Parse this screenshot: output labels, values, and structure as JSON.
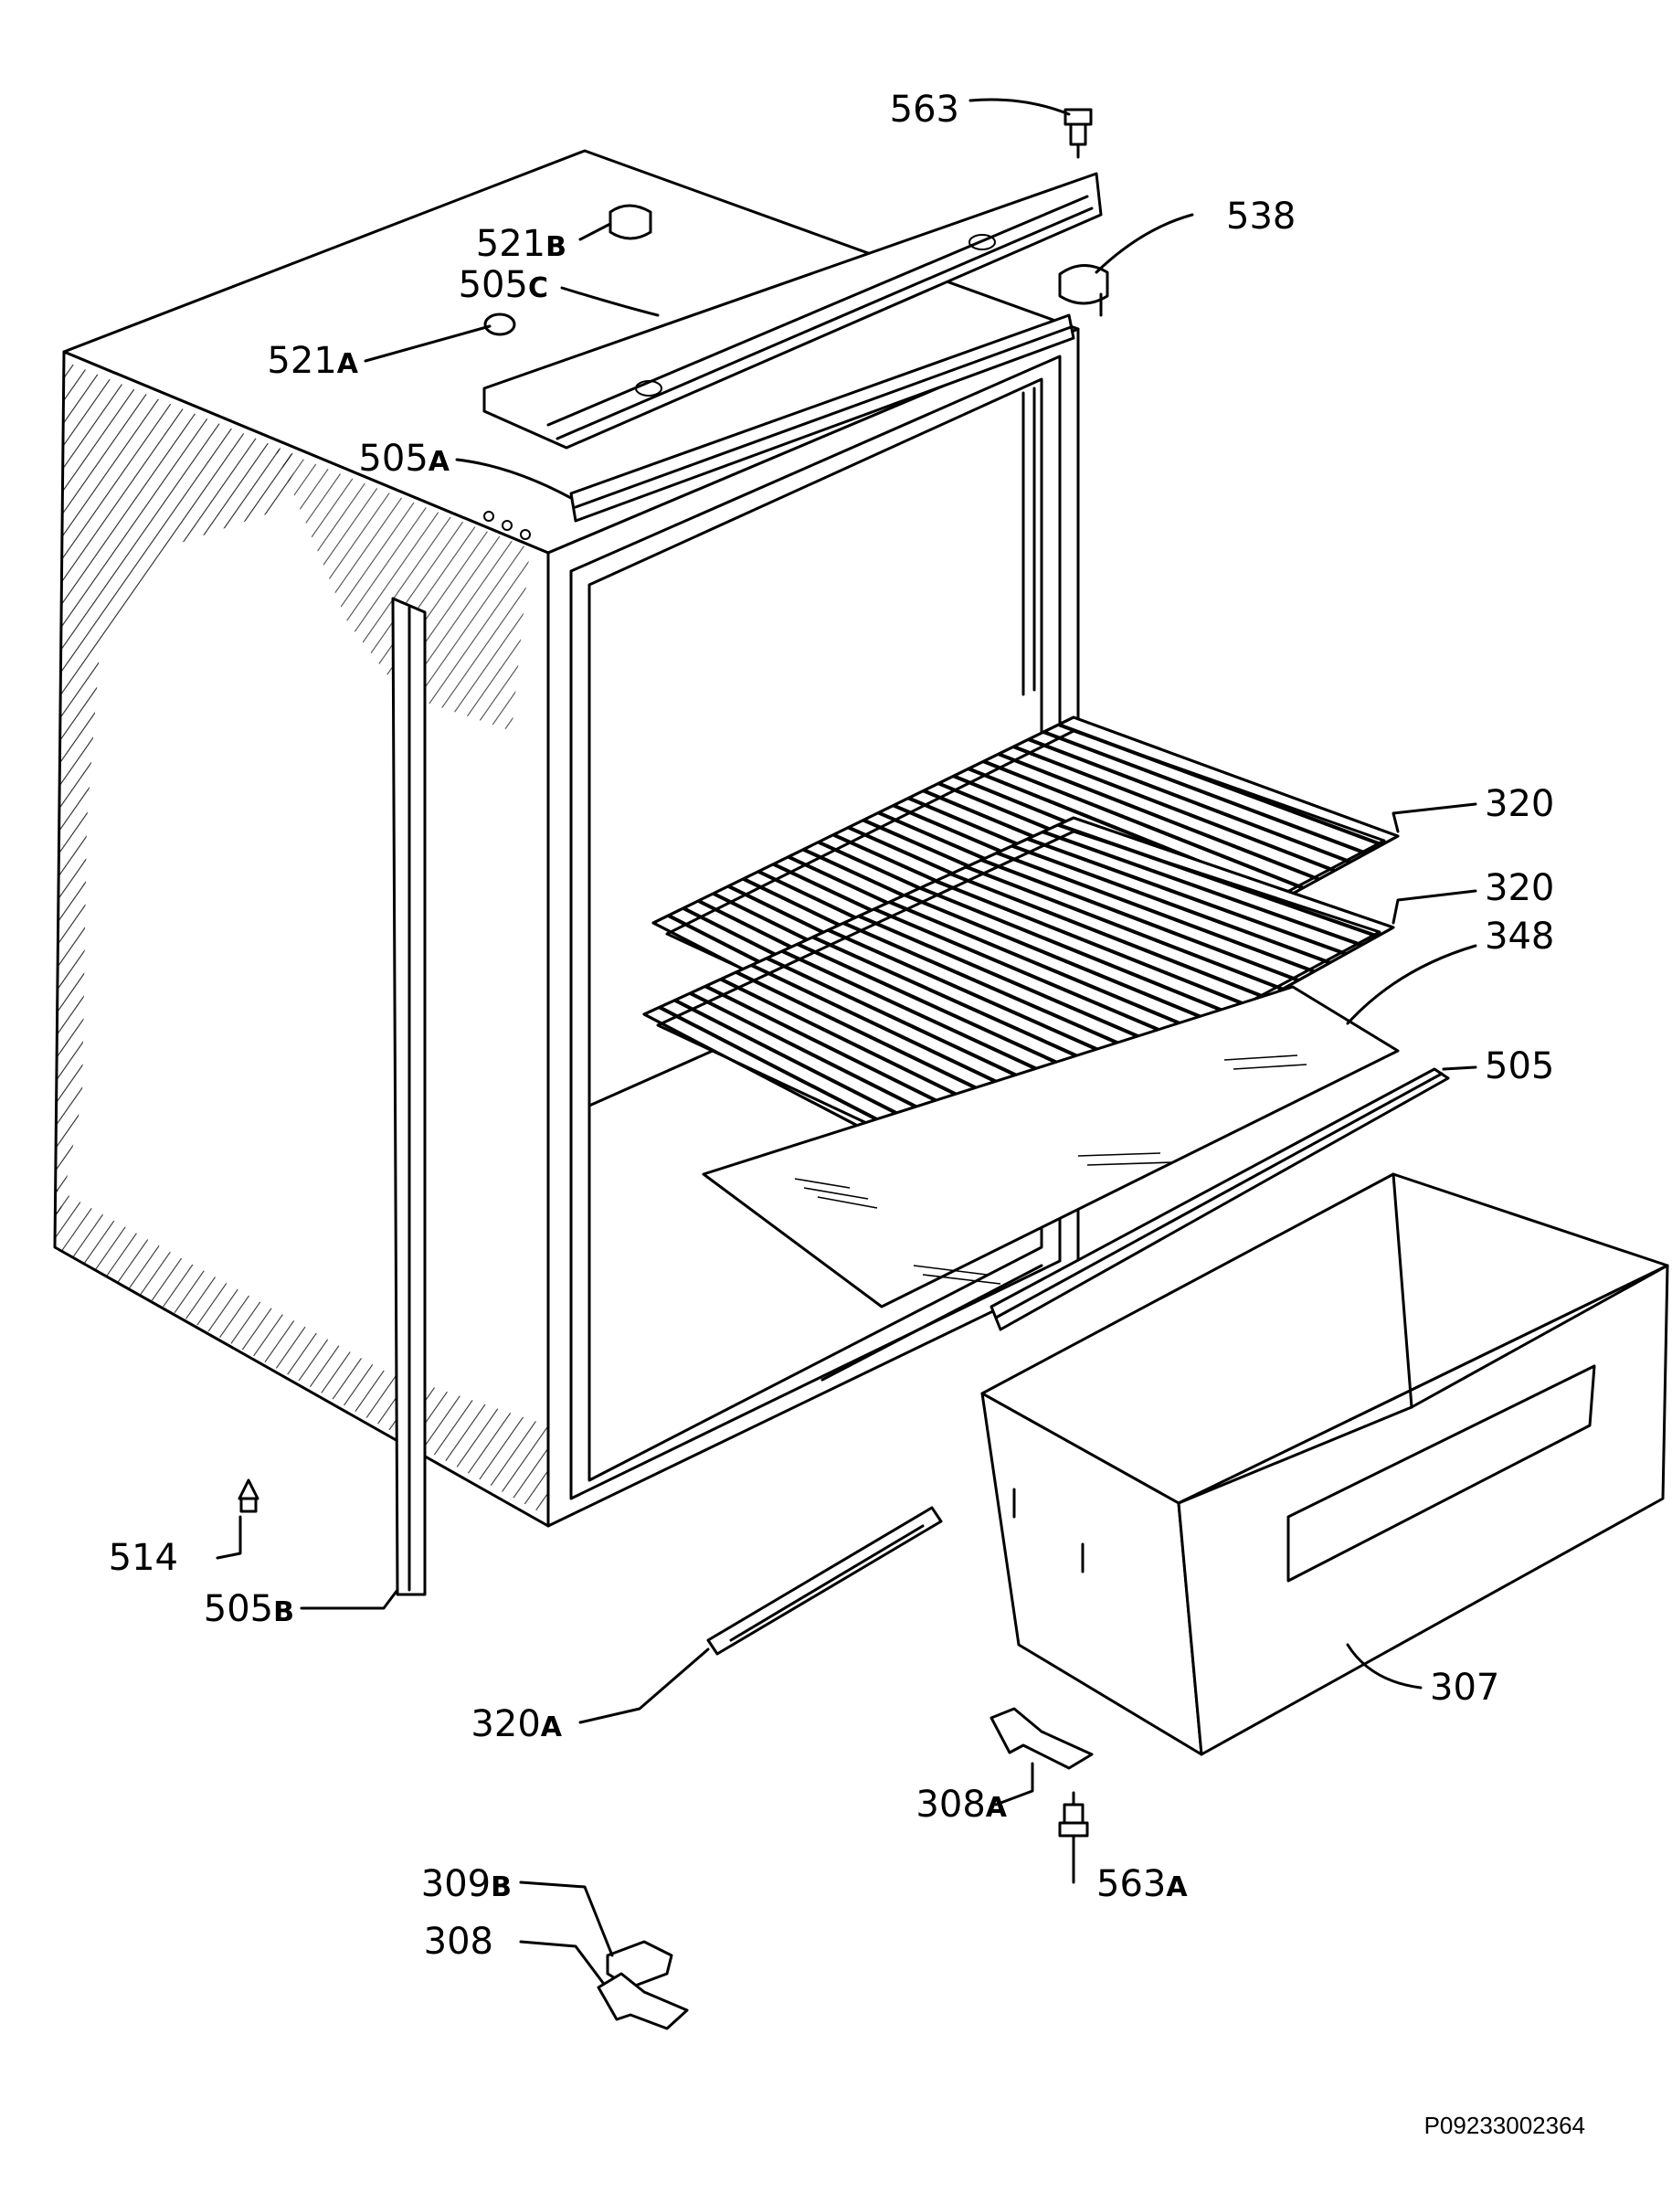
{
  "labels": [
    {
      "id": "563",
      "base": "563",
      "suffix": ""
    },
    {
      "id": "538",
      "base": "538",
      "suffix": ""
    },
    {
      "id": "521B",
      "base": "521",
      "suffix": "B"
    },
    {
      "id": "505C",
      "base": "505",
      "suffix": "C"
    },
    {
      "id": "521A",
      "base": "521",
      "suffix": "A"
    },
    {
      "id": "505A",
      "base": "505",
      "suffix": "A"
    },
    {
      "id": "320-upper",
      "base": "320",
      "suffix": ""
    },
    {
      "id": "320-lower",
      "base": "320",
      "suffix": ""
    },
    {
      "id": "348",
      "base": "348",
      "suffix": ""
    },
    {
      "id": "505",
      "base": "505",
      "suffix": ""
    },
    {
      "id": "514",
      "base": "514",
      "suffix": ""
    },
    {
      "id": "505B",
      "base": "505",
      "suffix": "B"
    },
    {
      "id": "320A",
      "base": "320",
      "suffix": "A"
    },
    {
      "id": "307",
      "base": "307",
      "suffix": ""
    },
    {
      "id": "308A",
      "base": "308",
      "suffix": "A"
    },
    {
      "id": "563A",
      "base": "563",
      "suffix": "A"
    },
    {
      "id": "309B",
      "base": "309",
      "suffix": "B"
    },
    {
      "id": "308",
      "base": "308",
      "suffix": ""
    }
  ],
  "drawing_ref": "P09233002364"
}
